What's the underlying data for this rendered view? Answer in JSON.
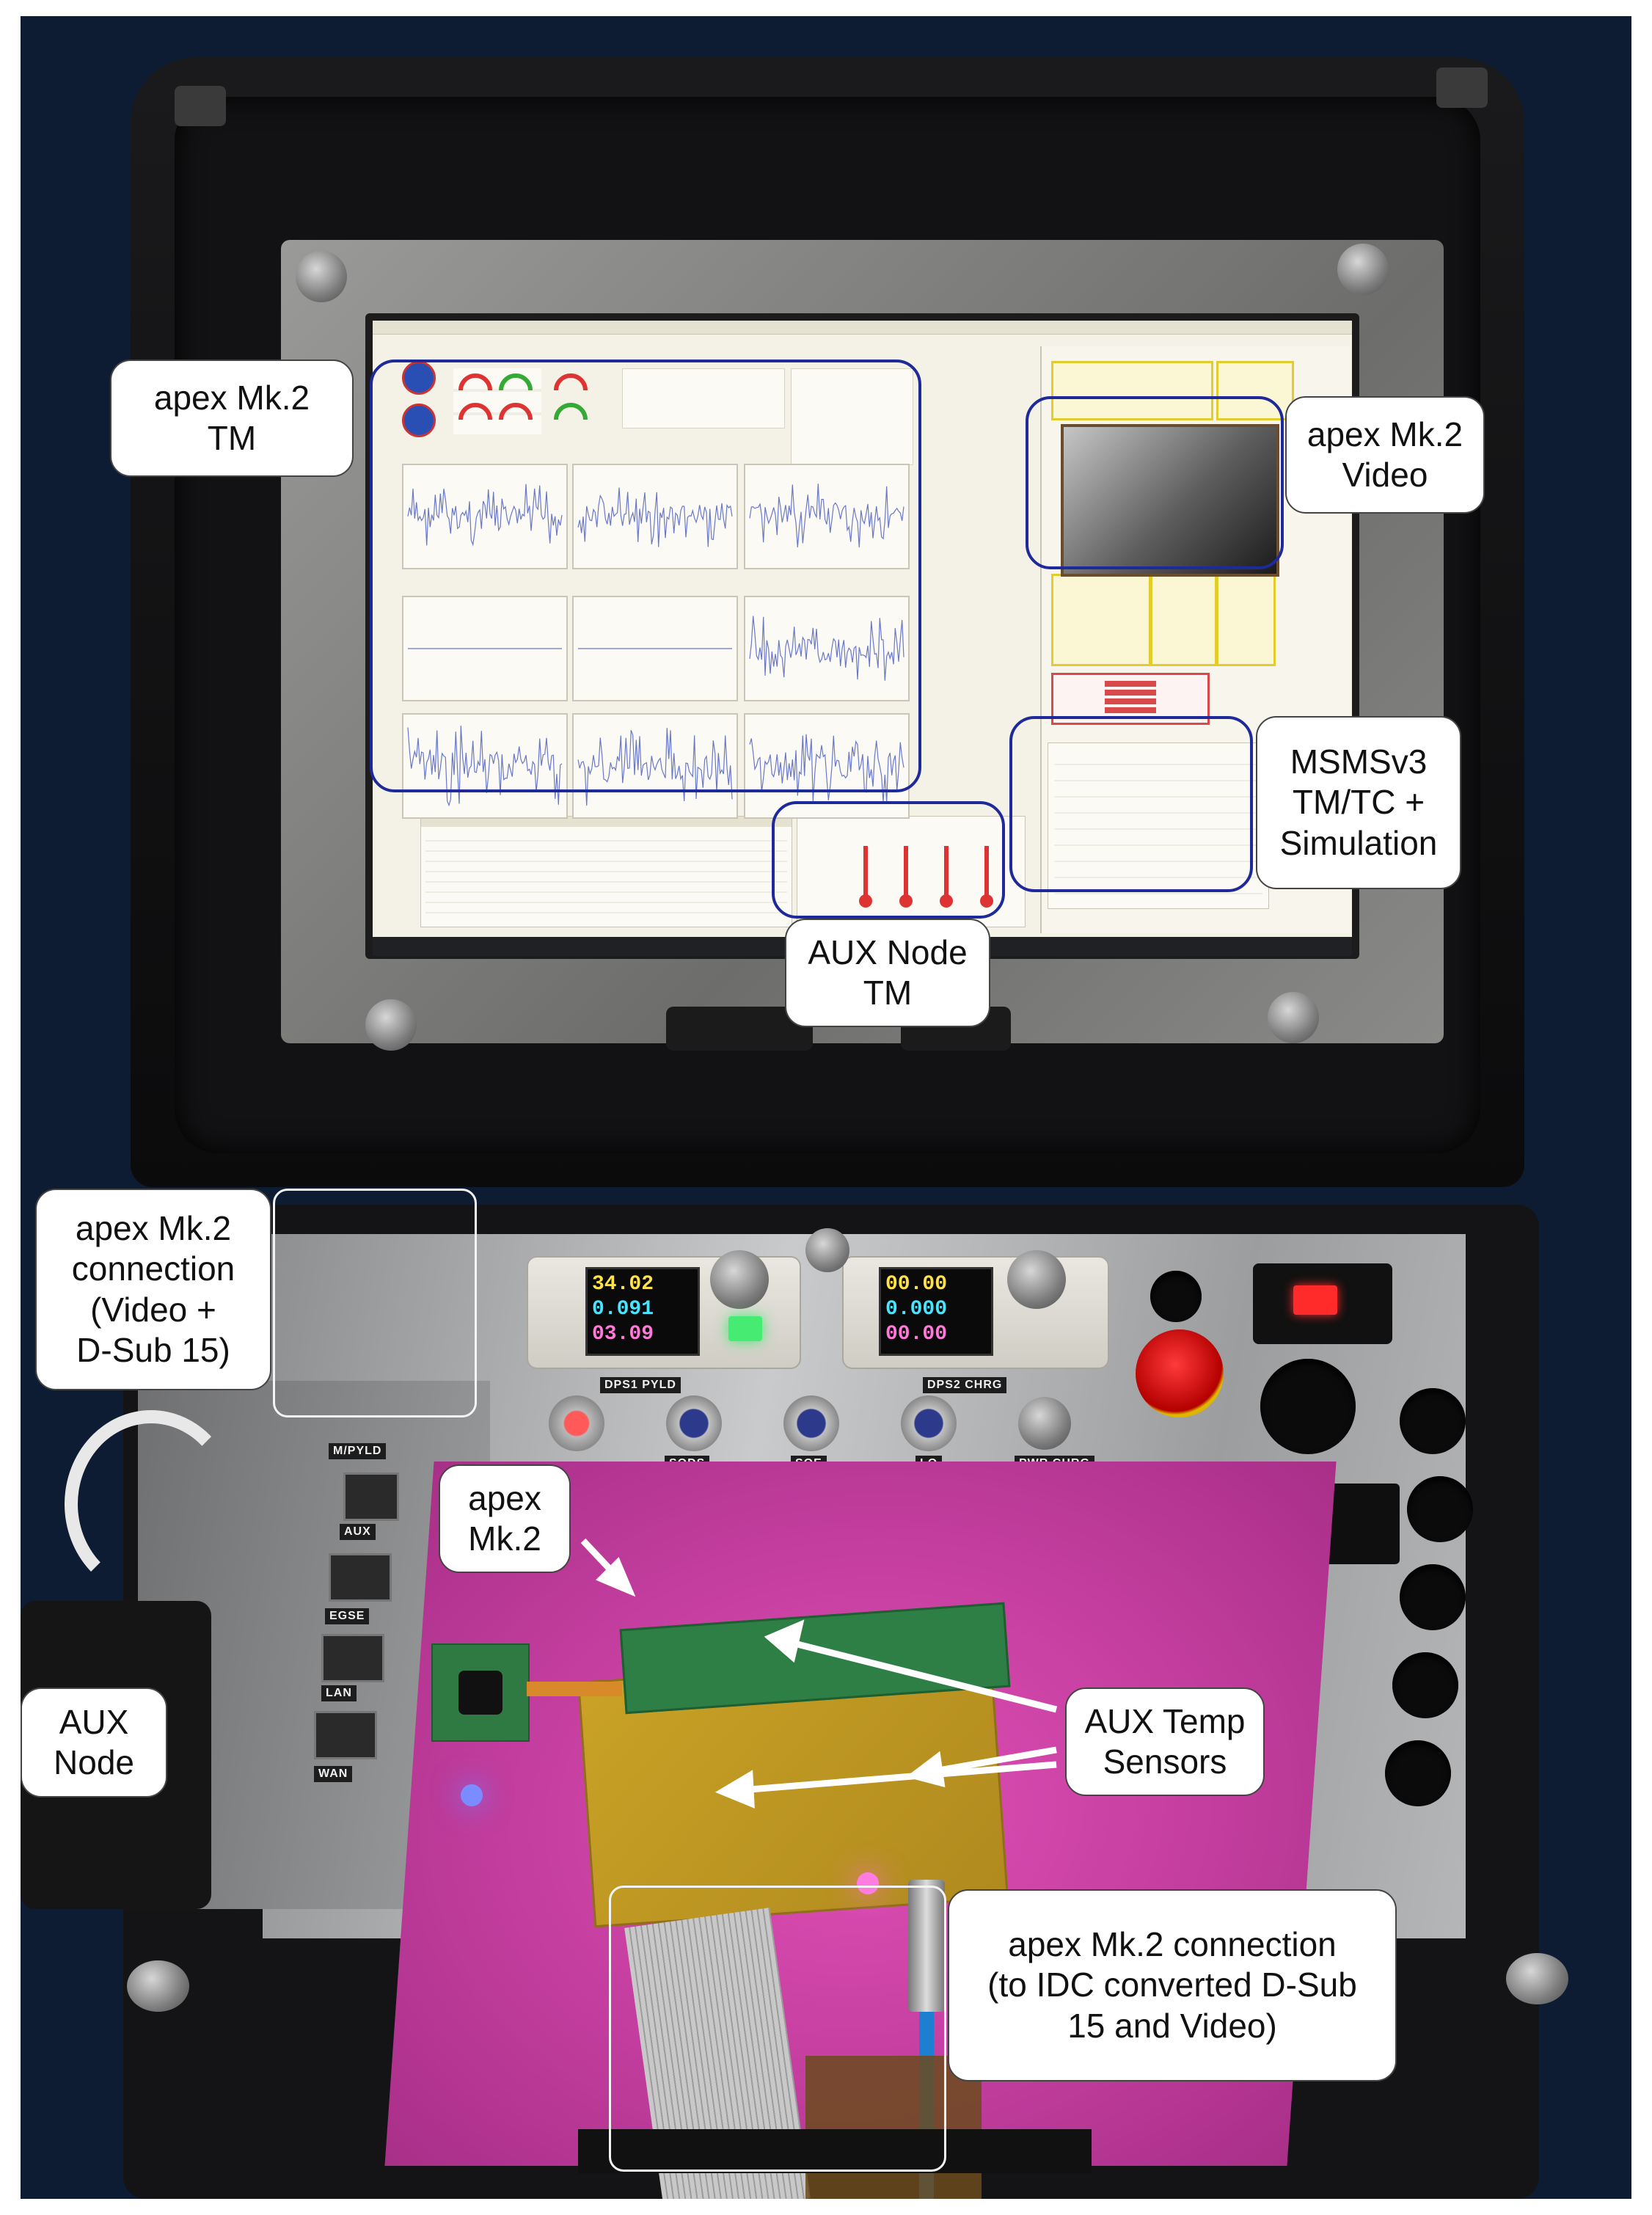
{
  "photo": {
    "description_free": true
  },
  "annotations": {
    "tm": "apex Mk.2\nTM",
    "video": "apex Mk.2\nVideo",
    "msms": "MSMSv3\nTM/TC +\nSimulation",
    "aux_tm": "AUX Node\nTM",
    "conn_left": "apex Mk.2\nconnection\n(Video +\nD-Sub 15)",
    "apex_board": "apex\nMk.2",
    "aux_node": "AUX\nNode",
    "temp_sensors": "AUX Temp\nSensors",
    "conn_bottom": "apex Mk.2 connection\n(to IDC converted D-Sub\n15 and Video)"
  },
  "panel": {
    "psu1_tag": "DPS1 PYLD",
    "psu2_tag": "DPS2 CHRG",
    "btn_sods": "SODS",
    "btn_soe": "SOE",
    "btn_lo": "LO",
    "btn_pwr": "PWR CHRG",
    "port_aux": "AUX",
    "port_egse": "EGSE",
    "port_lan": "LAN",
    "port_wan": "WAN",
    "tag_pyld": "M/PYLD",
    "psu1_readout": [
      "34.02",
      "0.091",
      "03.09"
    ],
    "psu2_readout": [
      "00.00",
      "0.000",
      "00.00"
    ]
  },
  "colors": {
    "frame_blue": "#1e2a9a",
    "bag_pink": "#d046ac",
    "arrow_white": "#ffffff"
  }
}
